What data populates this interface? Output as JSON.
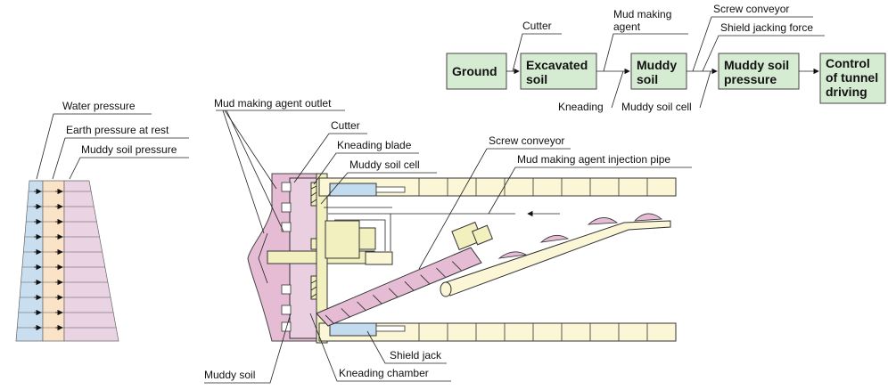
{
  "colors": {
    "water": "#c9dff0",
    "earth": "#fbe3c8",
    "muddy": "#ead3e2",
    "soil_fill": "#e6bcd5",
    "machine": "#f3f0c0",
    "tube": "#fbf6d6",
    "flow_box": "#d6ecd2",
    "jack": "#c3dbef"
  },
  "flow": {
    "boxes": [
      "Ground",
      "Excavated soil",
      "Muddy soil",
      "Muddy soil pressure",
      "Control of tunnel driving"
    ],
    "labels": {
      "cutter": "Cutter",
      "mud_agent": "Mud making agent",
      "screw": "Screw conveyor",
      "jacking": "Shield jacking force",
      "kneading": "Kneading",
      "cell": "Muddy soil cell"
    }
  },
  "pressure": {
    "water": "Water pressure",
    "earth": "Earth pressure at rest",
    "muddy": "Muddy soil pressure"
  },
  "shield": {
    "outlet": "Mud making agent outlet",
    "cutter": "Cutter",
    "blade": "Kneading blade",
    "cell": "Muddy soil cell",
    "screw": "Screw conveyor",
    "pipe": "Mud making agent injection pipe",
    "jack": "Shield jack",
    "soil": "Muddy soil",
    "chamber": "Kneading chamber"
  }
}
